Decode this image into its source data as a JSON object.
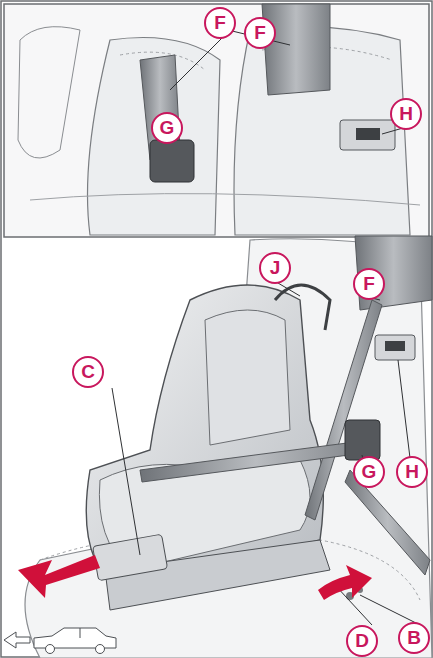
{
  "diagram": {
    "labels": [
      "F",
      "F",
      "G",
      "H",
      "J",
      "F",
      "C",
      "G",
      "H",
      "D",
      "B"
    ]
  }
}
